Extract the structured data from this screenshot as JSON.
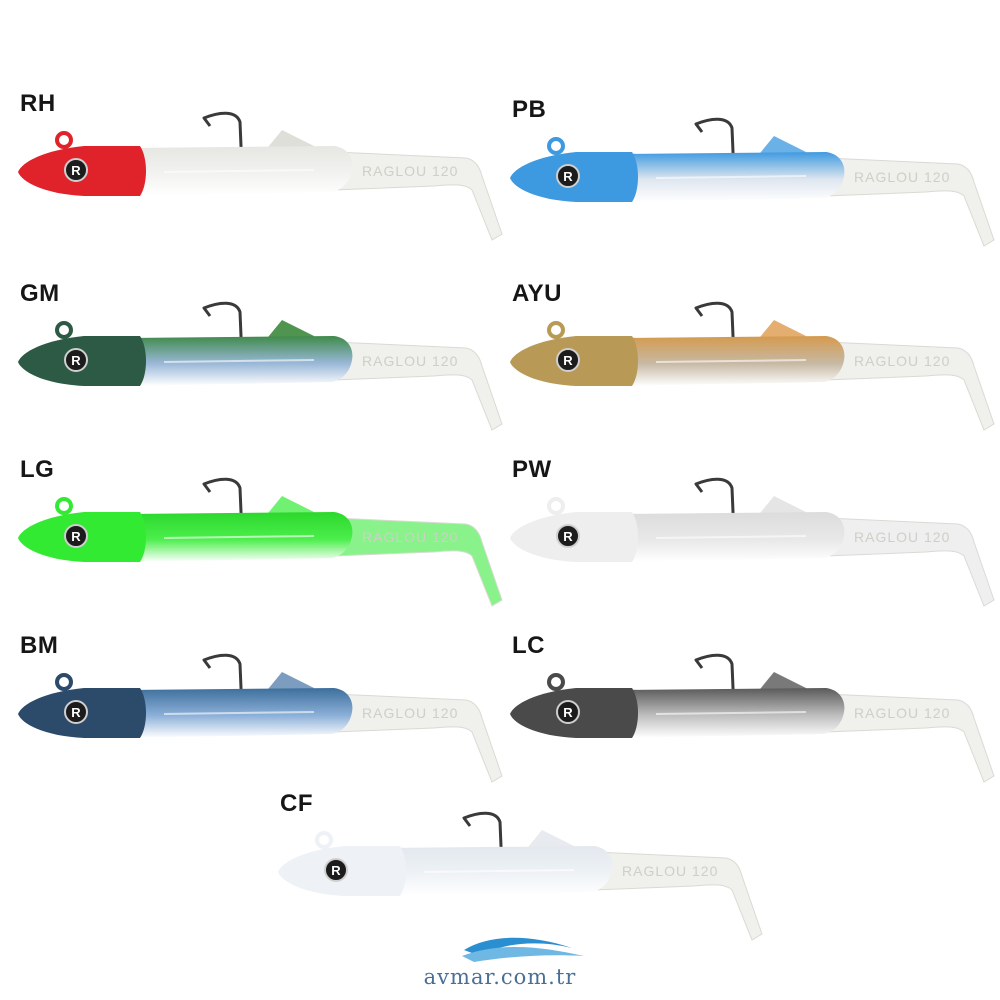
{
  "lures": [
    {
      "code": "RH",
      "tail_text": "RAGLOU 120",
      "head_color": "#e0232b",
      "body_color": "#f2f2f0",
      "back_color": "#e6e6e2",
      "tail_color": "#f0f0ec",
      "fin_color": "#dcdcd6"
    },
    {
      "code": "PB",
      "tail_text": "RAGLOU 120",
      "head_color": "#3e9ae0",
      "body_color": "#dfe6ef",
      "back_color": "#3e9ae0",
      "tail_color": "#f0f0ec",
      "fin_color": "#5aa8e6"
    },
    {
      "code": "GM",
      "tail_text": "RAGLOU 120",
      "head_color": "#2d5a45",
      "body_color": "#9ab8d8",
      "back_color": "#3f8a4a",
      "tail_color": "#f0f0ec",
      "fin_color": "#3c8a3c"
    },
    {
      "code": "AYU",
      "tail_text": "RAGLOU 120",
      "head_color": "#b89a56",
      "body_color": "#c7b9a4",
      "back_color": "#d59a4e",
      "tail_color": "#f0f0ec",
      "fin_color": "#e0a560"
    },
    {
      "code": "LG",
      "tail_text": "RAGLOU 120",
      "head_color": "#33ea33",
      "body_color": "#4cee4c",
      "back_color": "#2cd82c",
      "tail_color": "#8af28a",
      "fin_color": "#62f062"
    },
    {
      "code": "PW",
      "tail_text": "RAGLOU 120",
      "head_color": "#eeeeee",
      "body_color": "#e8e8e8",
      "back_color": "#dcdcdc",
      "tail_color": "#efefef",
      "fin_color": "#e2e2e2"
    },
    {
      "code": "BM",
      "tail_text": "RAGLOU 120",
      "head_color": "#2c4a6a",
      "body_color": "#8cb0d8",
      "back_color": "#3d6f9c",
      "tail_color": "#f0f0ec",
      "fin_color": "#6e92b8"
    },
    {
      "code": "LC",
      "tail_text": "RAGLOU 120",
      "head_color": "#4a4a4a",
      "body_color": "#bfbfbf",
      "back_color": "#5a5a5a",
      "tail_color": "#f0f0ec",
      "fin_color": "#6a6a6a"
    },
    {
      "code": "CF",
      "tail_text": "RAGLOU 120",
      "head_color": "#eef2f6",
      "body_color": "#eef2f6",
      "back_color": "#e2e8ee",
      "tail_color": "#f0f0ec",
      "fin_color": "#e4e8ec"
    }
  ],
  "logo_badge": "R",
  "footer": {
    "site": "avmar.com.tr",
    "wave_color": "#2a8fd0"
  }
}
